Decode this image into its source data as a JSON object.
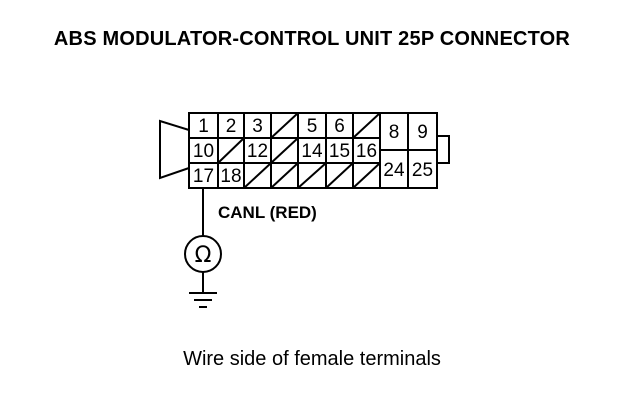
{
  "title": "ABS MODULATOR-CONTROL UNIT 25P CONNECTOR",
  "caption": "Wire side of female terminals",
  "wire_label": "CANL (RED)",
  "meter_symbol": "Ω",
  "connector": {
    "pins": {
      "p1": "1",
      "p2": "2",
      "p3": "3",
      "p5": "5",
      "p6": "6",
      "p8": "8",
      "p9": "9",
      "p10": "10",
      "p12": "12",
      "p14": "14",
      "p15": "15",
      "p16": "16",
      "p17": "17",
      "p18": "18",
      "p24": "24",
      "p25": "25"
    }
  },
  "colors": {
    "line": "#000000",
    "background": "#ffffff"
  }
}
